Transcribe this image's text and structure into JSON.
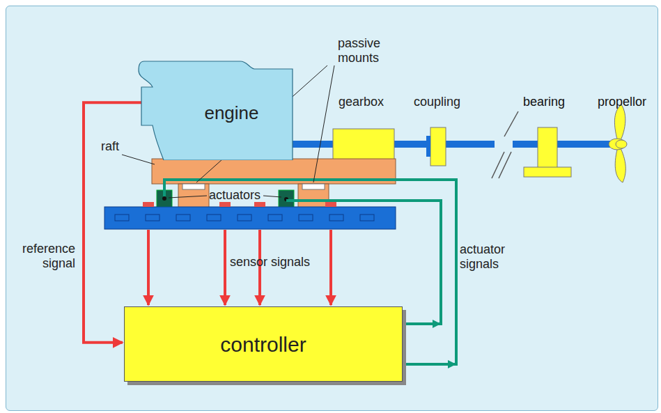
{
  "diagram": {
    "nodes": [
      {
        "text": [
          "engine"
        ]
      },
      {
        "text": [
          "controller"
        ]
      }
    ],
    "edges": [
      {
        "from": 0,
        "to": 1,
        "label": "reference signal",
        "arrow": "to"
      }
    ],
    "labels": [
      "passive mounts",
      "gearbox",
      "coupling",
      "bearing",
      "propellor",
      "raft",
      "actuators",
      "sensor signals",
      "actuator signals"
    ]
  }
}
